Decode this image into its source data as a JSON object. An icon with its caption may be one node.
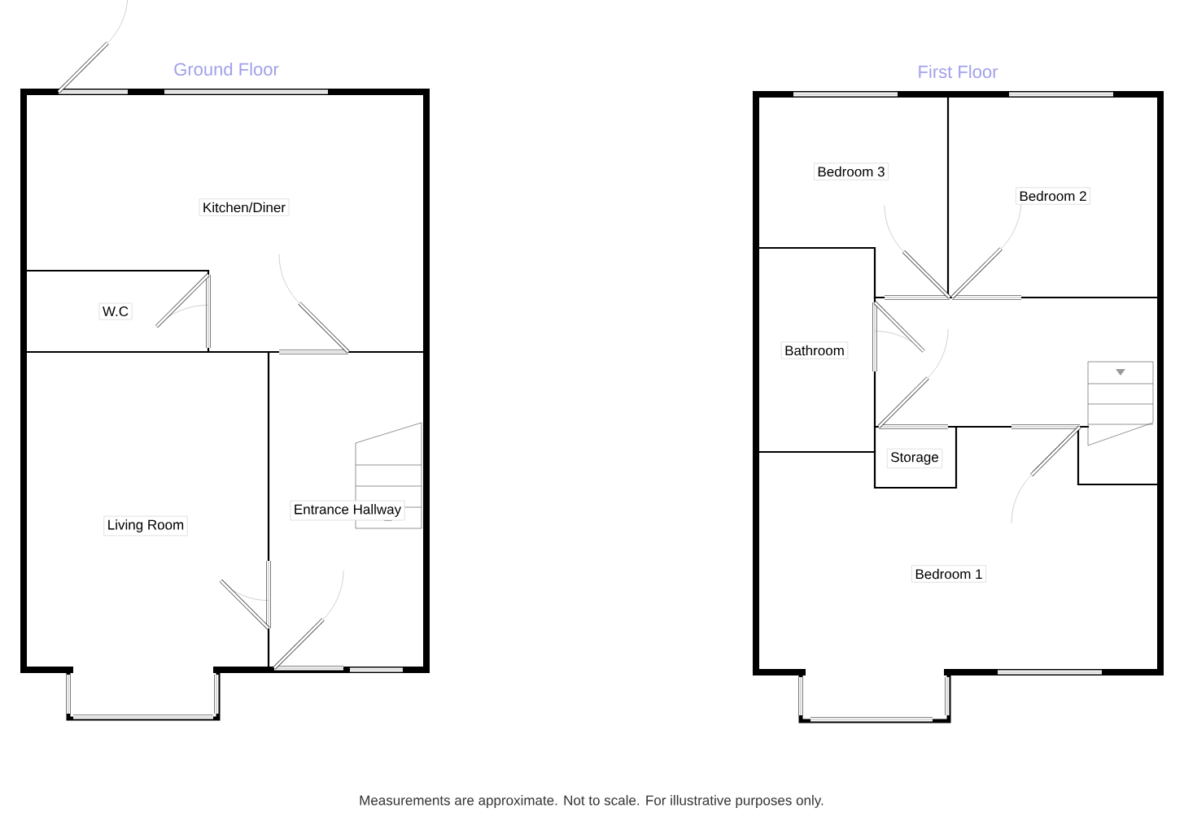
{
  "diagram": {
    "caption": "Measurements are approximate. Not to scale. For illustrative purposes only.",
    "nodes": [
      {
        "text": [
          "Kitchen/Diner"
        ]
      },
      {
        "text": [
          "W.C"
        ]
      },
      {
        "text": [
          "Living Room"
        ]
      },
      {
        "text": [
          "Entrance Hallway"
        ]
      },
      {
        "text": [
          "Bedroom 3"
        ]
      },
      {
        "text": [
          "Bedroom 2"
        ]
      },
      {
        "text": [
          "Bathroom"
        ]
      },
      {
        "text": [
          "Storage"
        ]
      },
      {
        "text": [
          "Bedroom 1"
        ]
      }
    ],
    "labels": [
      "Ground Floor",
      "First Floor"
    ]
  }
}
